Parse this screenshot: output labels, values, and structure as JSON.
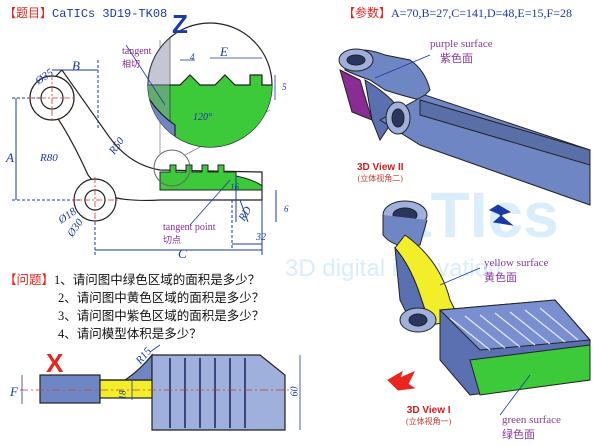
{
  "header": {
    "title_tag": "【题目】",
    "title_text": "CaTICs 3D19-TK08",
    "params_tag": "【参数】",
    "params_text": "A=70,B=27,C=141,D=48,E=15,F=28"
  },
  "axis_labels": {
    "z": "Z",
    "x": "X"
  },
  "drawing_labels": {
    "tangent_en": "tangent",
    "tangent_cn": "相切",
    "tangent_point_en": "tangent point",
    "tangent_point_cn": "切点"
  },
  "dimensions": {
    "phi35": "Ø35",
    "B": "B",
    "A": "A",
    "R80": "R80",
    "R50": "R50",
    "phi18": "Ø18",
    "phi30": "Ø30",
    "C": "C",
    "E": "E",
    "d4": "4",
    "d5": "5",
    "a120": "120°",
    "d16": "16",
    "RD": "RD",
    "d6": "6",
    "d32": "32",
    "R15": "R15",
    "F": "F",
    "d18": "18",
    "d60": "60"
  },
  "questions": {
    "tag": "【问题】",
    "items": [
      "1、请问图中绿色区域的面积是多少？",
      "2、请问图中黄色区域的面积是多少？",
      "3、请问图中紫色区域的面积是多少？",
      "4、请问模型体积是多少？"
    ]
  },
  "view2": {
    "title": "3D View II",
    "subtitle": "(立体视角二)"
  },
  "view1": {
    "title": "3D View I",
    "subtitle": "(立体视角一)"
  },
  "surfaces": {
    "purple_en": "purple surface",
    "purple_cn": "紫色面",
    "yellow_en": "yellow surface",
    "yellow_cn": "黄色面",
    "green_en": "green surface",
    "green_cn": "绿色面"
  },
  "watermark": {
    "line1": "aTIcs",
    "line2": "3D digital innovation"
  },
  "colors": {
    "green": "#3cc93a",
    "yellow": "#f2ee2a",
    "purple": "#8a2c94",
    "body": "#6f86c4",
    "red": "#e8261f",
    "blue": "#1a3aa8"
  }
}
